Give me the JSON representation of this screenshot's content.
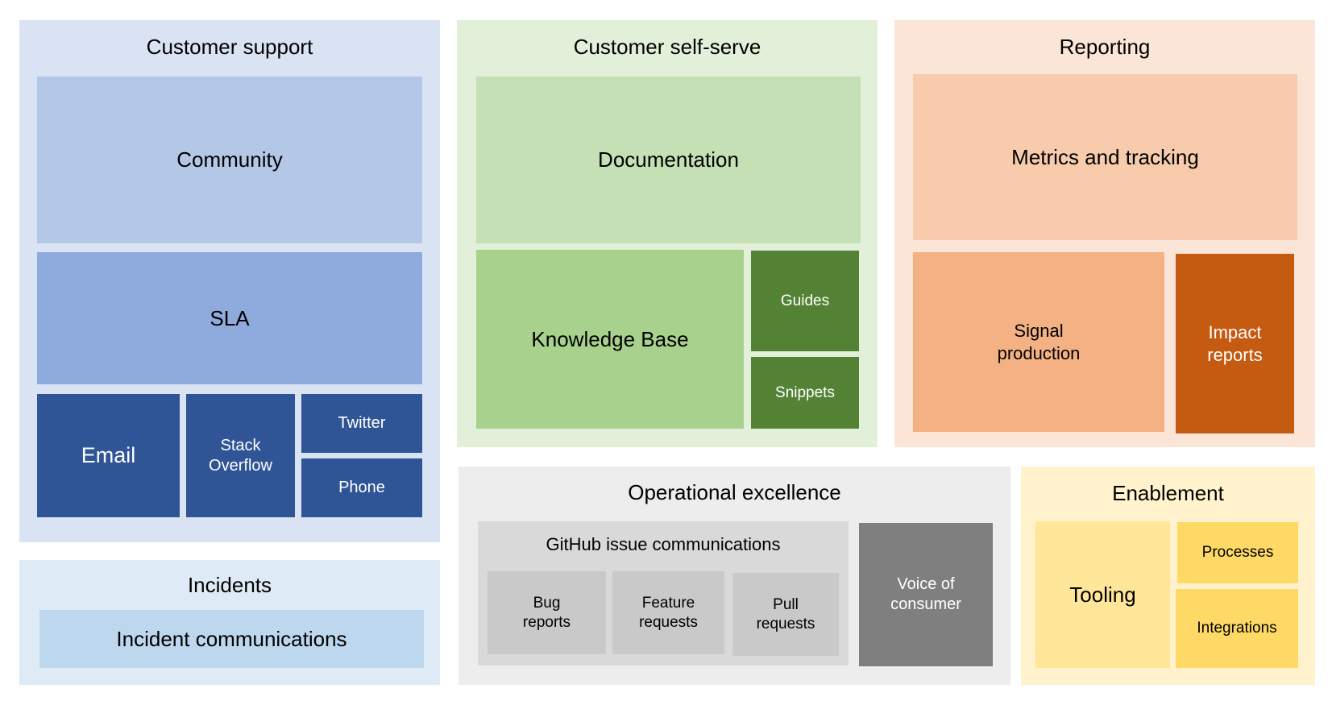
{
  "customer_support": {
    "title": "Customer support",
    "community": "Community",
    "sla": "SLA",
    "email": "Email",
    "stack_overflow": "Stack\nOverflow",
    "twitter": "Twitter",
    "phone": "Phone",
    "colors": {
      "panel": "#dae3f3",
      "community": "#b4c7e7",
      "sla": "#8faadc",
      "channels": "#2f5597"
    }
  },
  "incidents": {
    "title": "Incidents",
    "incident_communications": "Incident communications",
    "colors": {
      "panel": "#deebf7",
      "box": "#bdd7ee"
    }
  },
  "customer_self_serve": {
    "title": "Customer self-serve",
    "documentation": "Documentation",
    "knowledge_base": "Knowledge Base",
    "guides": "Guides",
    "snippets": "Snippets",
    "colors": {
      "panel": "#e2f0d9",
      "documentation": "#c5e0b4",
      "knowledge_base": "#a9d18e",
      "dark": "#548235"
    }
  },
  "reporting": {
    "title": "Reporting",
    "metrics": "Metrics and tracking",
    "signal_production": "Signal\nproduction",
    "impact_reports": "Impact\nreports",
    "colors": {
      "panel": "#fbe5d6",
      "metrics": "#f8cbad",
      "signal": "#f4b183",
      "impact": "#c55a11"
    }
  },
  "operational_excellence": {
    "title": "Operational excellence",
    "github_title": "GitHub issue communications",
    "bug_reports": "Bug\nreports",
    "feature_requests": "Feature\nrequests",
    "pull_requests": "Pull\nrequests",
    "voice_of_consumer": "Voice of\nconsumer",
    "colors": {
      "panel": "#ededed",
      "github": "#d9d9d9",
      "issues": "#c9c9c9",
      "voice": "#7f7f7f"
    }
  },
  "enablement": {
    "title": "Enablement",
    "tooling": "Tooling",
    "processes": "Processes",
    "integrations": "Integrations",
    "colors": {
      "panel": "#fff2cc",
      "tooling": "#ffe699",
      "small": "#ffd966"
    }
  }
}
